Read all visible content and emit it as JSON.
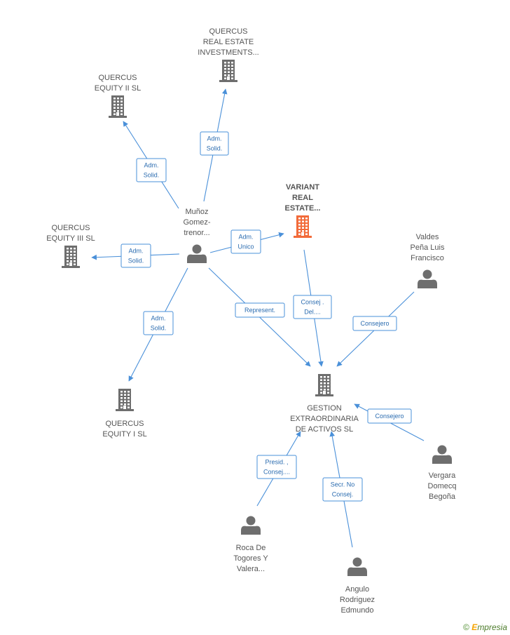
{
  "colors": {
    "company": "#6e6e6e",
    "focus": "#f26b3a",
    "person": "#6e6e6e",
    "edge": "#4a90d9"
  },
  "nodes": [
    {
      "id": "qrei",
      "type": "company",
      "lines": [
        "QUERCUS",
        "REAL ESTATE",
        "INVESTMENTS..."
      ]
    },
    {
      "id": "qe2",
      "type": "company",
      "lines": [
        "QUERCUS",
        "EQUITY II  SL"
      ]
    },
    {
      "id": "qe3",
      "type": "company",
      "lines": [
        "QUERCUS",
        "EQUITY III  SL"
      ]
    },
    {
      "id": "qe1",
      "type": "company",
      "lines": [
        "QUERCUS",
        "EQUITY I  SL"
      ]
    },
    {
      "id": "variant",
      "type": "focus",
      "lines": [
        "VARIANT",
        "REAL",
        "ESTATE..."
      ]
    },
    {
      "id": "munoz",
      "type": "person",
      "lines": [
        "Muñoz",
        "Gomez-",
        "trenor..."
      ]
    },
    {
      "id": "valdes",
      "type": "person",
      "lines": [
        "Valdes",
        "Peña Luis",
        "Francisco"
      ]
    },
    {
      "id": "gestion",
      "type": "company",
      "lines": [
        "GESTION",
        "EXTRAORDINARIA",
        "DE ACTIVOS SL"
      ]
    },
    {
      "id": "vergara",
      "type": "person",
      "lines": [
        "Vergara",
        "Domecq",
        "Begoña"
      ]
    },
    {
      "id": "roca",
      "type": "person",
      "lines": [
        "Roca De",
        "Togores Y",
        "Valera..."
      ]
    },
    {
      "id": "angulo",
      "type": "person",
      "lines": [
        "Angulo",
        "Rodriguez",
        "Edmundo"
      ]
    }
  ],
  "edges": [
    {
      "id": "e1",
      "from": "munoz",
      "to": "qrei",
      "label": [
        "Adm.",
        "Solid."
      ]
    },
    {
      "id": "e2",
      "from": "munoz",
      "to": "qe2",
      "label": [
        "Adm.",
        "Solid."
      ]
    },
    {
      "id": "e3",
      "from": "munoz",
      "to": "qe3",
      "label": [
        "Adm.",
        "Solid."
      ]
    },
    {
      "id": "e4",
      "from": "munoz",
      "to": "qe1",
      "label": [
        "Adm.",
        "Solid."
      ]
    },
    {
      "id": "e5",
      "from": "munoz",
      "to": "variant",
      "label": [
        "Adm.",
        "Unico"
      ]
    },
    {
      "id": "e6",
      "from": "munoz",
      "to": "gestion",
      "label": [
        "Represent."
      ]
    },
    {
      "id": "e7",
      "from": "variant",
      "to": "gestion",
      "label": [
        "Consej .",
        "Del...."
      ]
    },
    {
      "id": "e8",
      "from": "valdes",
      "to": "gestion",
      "label": [
        "Consejero"
      ]
    },
    {
      "id": "e9",
      "from": "vergara",
      "to": "gestion",
      "label": [
        "Consejero"
      ]
    },
    {
      "id": "e10",
      "from": "roca",
      "to": "gestion",
      "label": [
        "Presid. ,",
        "Consej...."
      ]
    },
    {
      "id": "e11",
      "from": "angulo",
      "to": "gestion",
      "label": [
        "Secr.  No",
        "Consej."
      ]
    }
  ],
  "brand": {
    "symbol": "©",
    "e": "E",
    "rest": "mpresia"
  }
}
